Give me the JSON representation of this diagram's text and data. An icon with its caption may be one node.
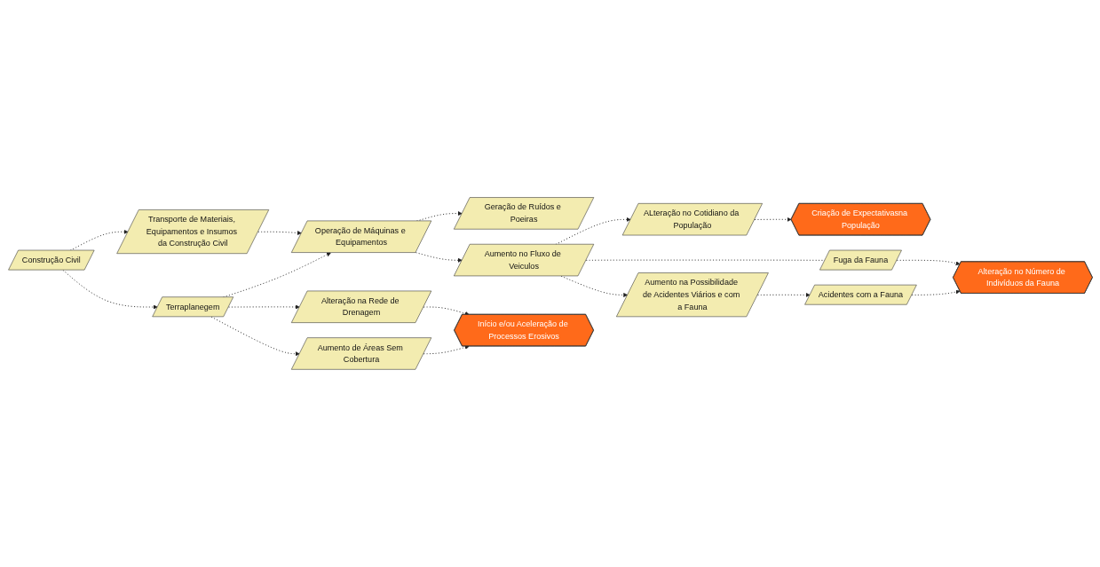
{
  "diagram": {
    "nodes": [
      {
        "text": [
          "Transporte de Materiais, Equipamentos e Insumos da Construção Civil"
        ]
      },
      {
        "text": [
          "Construção Civil"
        ]
      },
      {
        "text": [
          "Terraplanegem"
        ]
      },
      {
        "text": [
          "Operação de Máquinas e Equipamentos"
        ]
      },
      {
        "text": [
          "Geração de Ruídos e Poeiras"
        ]
      },
      {
        "text": [
          "ALteração no Cotidiano da População"
        ]
      },
      {
        "text": [
          "Aumento no Fluxo de Veiculos"
        ]
      },
      {
        "text": [
          "Aumento na Possibilidade de Acidentes Viários e com a Fauna"
        ]
      },
      {
        "text": [
          "Criação de Expectativasna População"
        ]
      },
      {
        "text": [
          "Fuga da Fauna"
        ]
      },
      {
        "text": [
          "Alteração no Número de Indivíduos da Fauna"
        ]
      },
      {
        "text": [
          "Acidentes com a Fauna"
        ]
      },
      {
        "text": [
          "Alteração na Rede de Drenagem"
        ]
      },
      {
        "text": [
          "Aumento de Áreas Sem Cobertura"
        ]
      },
      {
        "text": [
          "Início e/ou Aceleração de Processos Erosivos"
        ]
      }
    ],
    "edges": [
      {
        "from": 1,
        "to": 0,
        "arrow": "to",
        "style": "dashed"
      },
      {
        "from": 1,
        "to": 2,
        "arrow": "to",
        "style": "dashed"
      },
      {
        "from": 0,
        "to": 3,
        "arrow": "to",
        "style": "dashed"
      },
      {
        "from": 2,
        "to": 3,
        "arrow": "to",
        "style": "dashed"
      },
      {
        "from": 3,
        "to": 6,
        "arrow": "to",
        "style": "dashed"
      },
      {
        "from": 3,
        "to": 4,
        "arrow": "to",
        "style": "dashed"
      },
      {
        "from": 6,
        "to": 5,
        "arrow": "to",
        "style": "dashed"
      },
      {
        "from": 5,
        "to": 8,
        "arrow": "to",
        "style": "dashed"
      },
      {
        "from": 6,
        "to": 9,
        "arrow": "none",
        "style": "dashed"
      },
      {
        "from": 6,
        "to": 7,
        "arrow": "to",
        "style": "dashed"
      },
      {
        "from": 7,
        "to": 11,
        "arrow": "to",
        "style": "dashed"
      },
      {
        "from": 9,
        "to": 10,
        "arrow": "to",
        "style": "dashed"
      },
      {
        "from": 11,
        "to": 10,
        "arrow": "to",
        "style": "dashed"
      },
      {
        "from": 2,
        "to": 12,
        "arrow": "to",
        "style": "dashed"
      },
      {
        "from": 2,
        "to": 13,
        "arrow": "to",
        "style": "dashed"
      },
      {
        "from": 12,
        "to": 14,
        "arrow": "to",
        "style": "dashed"
      },
      {
        "from": 13,
        "to": 14,
        "arrow": "to",
        "style": "dashed"
      }
    ]
  }
}
